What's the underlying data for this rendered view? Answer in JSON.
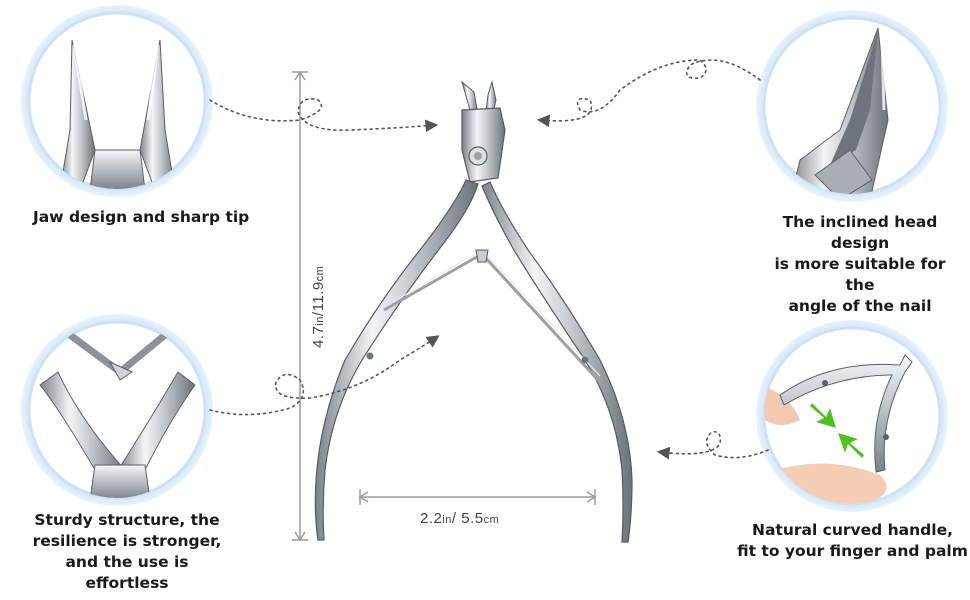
{
  "features": {
    "jaw": {
      "caption": "Jaw design and sharp tip"
    },
    "head": {
      "caption": "The inclined head design\nis more suitable for the\nangle of the nail"
    },
    "structure": {
      "caption": "Sturdy structure, the\nresilience is stronger,\nand the use is effortless"
    },
    "handle": {
      "caption": "Natural curved handle,\nfit to your finger and palm"
    }
  },
  "dimensions": {
    "height_label": "4.7in/11.9cm",
    "height_main": "4.7",
    "height_unit1": "in",
    "height_mid": "/11.9",
    "height_unit2": "cm",
    "width_label": "2.2in/ 5.5cm",
    "width_main": "2.2",
    "width_unit1": "in",
    "width_mid": "/ 5.5",
    "width_unit2": "cm"
  },
  "colors": {
    "circle_ring": "#d6e8f7",
    "steel_light": "#eef0f2",
    "steel_mid": "#b9bec4",
    "steel_dark": "#6f757c",
    "arrow_green": "#4fc21f",
    "dotted": "#555555"
  }
}
